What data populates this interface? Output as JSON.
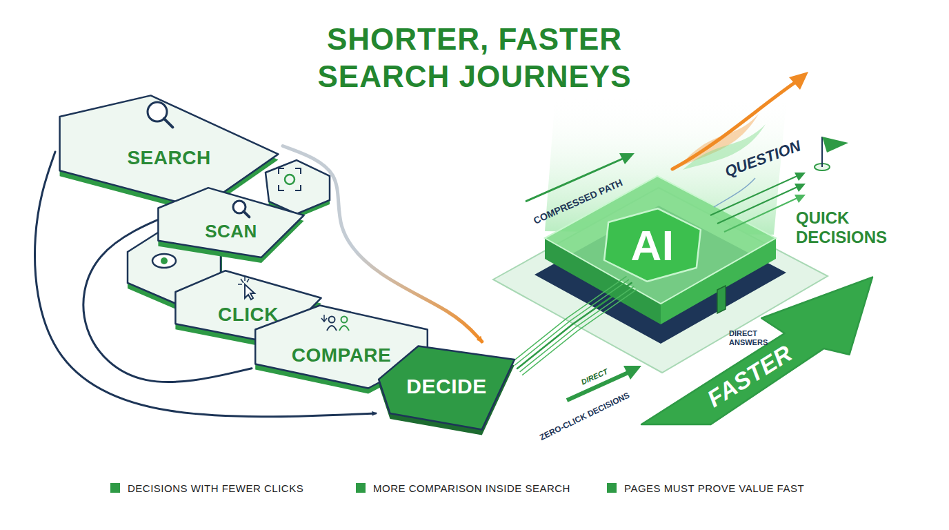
{
  "diagram": {
    "title": "SHORTER, FASTER SEARCH JOURNEYS",
    "nodes": [
      {
        "text": [
          "SEARCH"
        ]
      },
      {
        "text": [
          "SCAN"
        ]
      },
      {
        "text": [
          "CLICK"
        ]
      },
      {
        "text": [
          "COMPARE"
        ]
      },
      {
        "text": [
          "DECIDE"
        ]
      },
      {
        "text": [
          "AI"
        ]
      },
      {
        "text": [
          "FASTER"
        ]
      }
    ],
    "edges": [
      {
        "from": 4,
        "to": 5,
        "arrow": "none"
      },
      {
        "from": 0,
        "to": 4,
        "arrow": "to"
      },
      {
        "from": 3,
        "to": 0,
        "arrow": "to"
      },
      {
        "from": 0,
        "to": 4,
        "arrow": "to"
      }
    ],
    "labels": [
      "COMPRESSED PATH",
      "QUESTION",
      "QUICK DECISIONS",
      "DIRECT",
      "ZERO-CLICK DECISIONS",
      "DIRECT ANSWERS"
    ],
    "legend": [
      {
        "text": "DECISIONS WITH FEWER CLICKS",
        "color": "#2e9a45"
      },
      {
        "text": "MORE COMPARISON INSIDE SEARCH",
        "color": "#2e9a45"
      },
      {
        "text": "PAGES MUST PROVE VALUE FAST",
        "color": "#2e9a45"
      }
    ]
  }
}
